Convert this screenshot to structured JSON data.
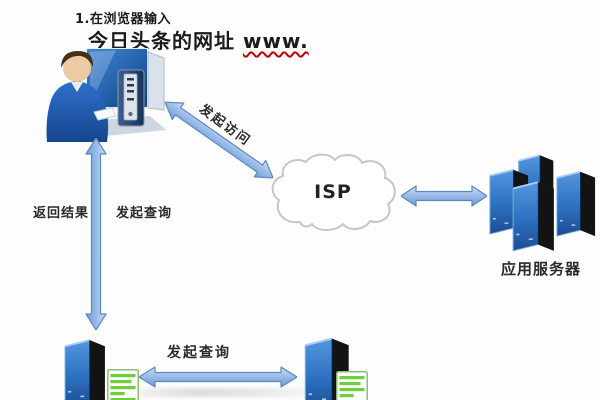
{
  "annotations": {
    "step_line1": "1.在浏览器输入",
    "step_line2_prefix": "今日头条的网址 ",
    "step_line2_url": "www."
  },
  "nodes": {
    "user": {
      "icon": "user-computer-icon"
    },
    "isp": {
      "label": "ISP",
      "icon": "cloud-icon"
    },
    "app_server": {
      "label": "应用服务器",
      "icon": "server-cluster-icon"
    },
    "dns_left": {
      "icon": "server-with-document-icon"
    },
    "dns_right": {
      "icon": "server-with-document-icon"
    }
  },
  "arrows": {
    "access": {
      "label": "发起访问",
      "type": "bidirectional-diagonal"
    },
    "vertical": {
      "label_left": "返回结果",
      "label_right": "发起查询",
      "type": "bidirectional-vertical"
    },
    "isp_link": {
      "type": "bidirectional-horizontal"
    },
    "bottom": {
      "label": "发起查询",
      "type": "bidirectional-horizontal"
    }
  },
  "colors": {
    "arrow_fill_light": "#c6dbf4",
    "arrow_fill_dark": "#6f9cd6",
    "arrow_stroke": "#5d88c2",
    "cloud_stroke": "#c6c6c6",
    "cloud_fill": "#ffffff",
    "server_front": "#2f74c4",
    "server_side": "#141414",
    "document_bar_green": "#6fce3e",
    "url_underline_red": "#c00000",
    "text": "#1b1b1b"
  }
}
